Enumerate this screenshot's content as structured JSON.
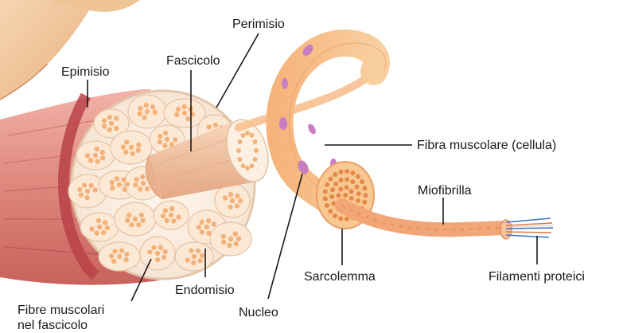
{
  "labels": {
    "perimisio": "Perimisio",
    "fascicolo": "Fascicolo",
    "epimisio": "Epimisio",
    "fibra_muscolare": "Fibra muscolare (cellula)",
    "miofibrilla": "Miofibrilla",
    "sarcolemma": "Sarcolemma",
    "filamenti_proteici": "Filamenti proteici",
    "endomisio": "Endomisio",
    "nucleo": "Nucleo",
    "fibre_fascicolo_line1": "Fibre muscolari",
    "fibre_fascicolo_line2": "nel fascicolo"
  },
  "colors": {
    "muscle": "#d9837a",
    "muscle_dark": "#b24a4a",
    "fascicle": "#f3c9a8",
    "fiber": "#f6b07a",
    "nucleus": "#c77fc2",
    "skin": "#f2c79a",
    "leader_line": "#1a1a1a"
  }
}
